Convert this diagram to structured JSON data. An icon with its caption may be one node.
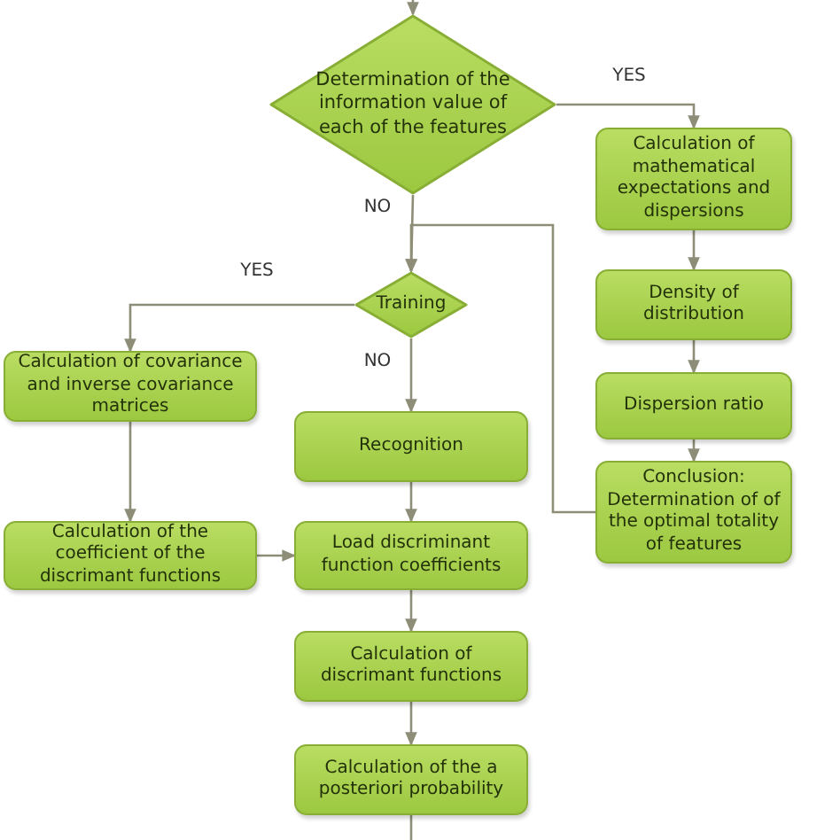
{
  "diagram": {
    "nodes": [
      {
        "text": [
          "Determination of the information value of each of the features"
        ]
      },
      {
        "text": [
          "Calculation of mathematical expectations and dispersions"
        ]
      },
      {
        "text": [
          "Training"
        ]
      },
      {
        "text": [
          "Calculation of covariance and inverse covariance matrices"
        ]
      },
      {
        "text": [
          "Recognition"
        ]
      },
      {
        "text": [
          "Density of distribution"
        ]
      },
      {
        "text": [
          "Dispersion ratio"
        ]
      },
      {
        "text": [
          "Conclusion: Determination of of the optimal totality of features"
        ]
      },
      {
        "text": [
          "Calculation of the coefficient of the discrimant functions"
        ]
      },
      {
        "text": [
          "Load discriminant function coefficients"
        ]
      },
      {
        "text": [
          "Calculation of discrimant functions"
        ]
      },
      {
        "text": [
          "Calculation of the a posteriori probability"
        ]
      }
    ],
    "edges": [
      {
        "from": null,
        "to": 0,
        "arrow": "to"
      },
      {
        "from": 0,
        "to": 1,
        "arrow": "to",
        "label": "YES"
      },
      {
        "from": 0,
        "to": 2,
        "arrow": "to",
        "label": "NO"
      },
      {
        "from": 1,
        "to": 5,
        "arrow": "to"
      },
      {
        "from": 5,
        "to": 6,
        "arrow": "to"
      },
      {
        "from": 6,
        "to": 7,
        "arrow": "to"
      },
      {
        "from": 7,
        "to": 2,
        "arrow": "to"
      },
      {
        "from": 2,
        "to": 3,
        "arrow": "to",
        "label": "YES"
      },
      {
        "from": 2,
        "to": 4,
        "arrow": "to",
        "label": "NO"
      },
      {
        "from": 3,
        "to": 8,
        "arrow": "to"
      },
      {
        "from": 8,
        "to": 9,
        "arrow": "to"
      },
      {
        "from": 4,
        "to": 9,
        "arrow": "to"
      },
      {
        "from": 9,
        "to": 10,
        "arrow": "to"
      },
      {
        "from": 10,
        "to": 11,
        "arrow": "to"
      },
      {
        "from": 11,
        "to": null,
        "arrow": "none"
      }
    ]
  }
}
